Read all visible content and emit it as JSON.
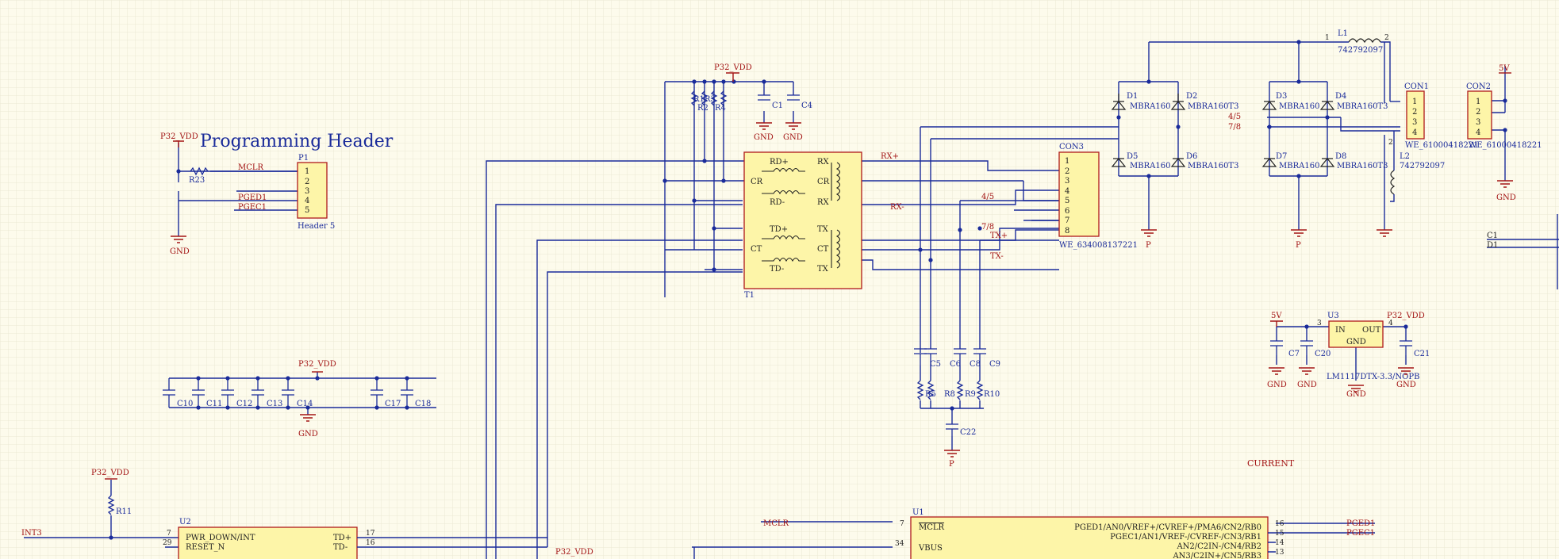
{
  "sheet": {
    "title": "Programming Header",
    "current_label": "CURRENT",
    "colors": {
      "background": "#fdfbec",
      "grid": "#ece8d4",
      "wire": "#1a2b9a",
      "component_body": "#fdf5a8",
      "component_border": "#b01a1a",
      "net_label": "#a31515",
      "designator": "#1a2b9a"
    }
  },
  "net_labels": {
    "p32_vdd": "P32_VDD",
    "gnd": "GND",
    "v5": "5V",
    "p": "P",
    "mclr": "MCLR",
    "pged1": "PGED1",
    "pgec1": "PGEC1",
    "int3": "INT3",
    "rx_plus": "RX+",
    "rx_minus": "RX-",
    "tx_plus": "TX+",
    "tx_minus": "TX-",
    "n45": "4/5",
    "n78": "7/8",
    "c1": "C1",
    "d1": "D1"
  },
  "components": {
    "p1": {
      "ref": "P1",
      "value": "Header 5",
      "pins": [
        "1",
        "2",
        "3",
        "4",
        "5"
      ]
    },
    "r23": {
      "ref": "R23"
    },
    "con3": {
      "ref": "CON3",
      "value": "WE_634008137221",
      "pins": [
        "1",
        "2",
        "3",
        "4",
        "5",
        "6",
        "7",
        "8"
      ]
    },
    "t1": {
      "ref": "T1",
      "pins": [
        "RD+",
        "CR",
        "RD-",
        "TD+",
        "CT",
        "TD-",
        "RX",
        "CR",
        "RX",
        "TX",
        "CT",
        "TX"
      ]
    },
    "r1": "R1",
    "r2": "R2",
    "r3": "R3",
    "r4": "R4",
    "c1": "C1",
    "c4": "C4",
    "l1": {
      "ref": "L1",
      "value": "742792097",
      "pin1": "1",
      "pin2": "2"
    },
    "l2": {
      "ref": "L2",
      "value": "742792097",
      "pin": "2"
    },
    "d1": "D1",
    "d2": "D2",
    "d3": "D3",
    "d4": "D4",
    "d5": "D5",
    "d6": "D6",
    "d7": "D7",
    "d8": "D8",
    "diode_value": "MBRA160T3",
    "diode_value_cut": "MBRA160",
    "con1": {
      "ref": "CON1",
      "value": "WE_61000418221",
      "pins": [
        "1",
        "2",
        "3",
        "4"
      ]
    },
    "con2": {
      "ref": "CON2",
      "value": "WE_61000418221",
      "pins": [
        "1",
        "2",
        "3",
        "4"
      ]
    },
    "c5": "C5",
    "c6": "C6",
    "c8": "C8",
    "c9": "C9",
    "r5": "R5",
    "r8": "R8",
    "r9": "R9",
    "r10": "R10",
    "c22": "C22",
    "decoupling": [
      "C10",
      "C11",
      "C12",
      "C13",
      "C14",
      "C17",
      "C18"
    ],
    "u3": {
      "ref": "U3",
      "value": "LM1117DTX-3.3/NOPB",
      "in": "IN",
      "out": "OUT",
      "gnd": "GND",
      "pin_in": "3",
      "pin_out": "4"
    },
    "c7": "C7",
    "c20": "C20",
    "c21": "C21",
    "r11": "R11",
    "u2": {
      "ref": "U2",
      "pin_int": "PWR_DOWN/INT",
      "pin_reset": "RESET_N",
      "pin_tdp": "TD+",
      "pin_tdm": "TD-",
      "num_int": "7",
      "num_reset": "29",
      "num_tdp": "17",
      "num_tdm": "16"
    },
    "u1": {
      "ref": "U1",
      "pin_mclr": "MCLR",
      "pin_vbus": "VBUS",
      "num_mclr": "7",
      "num_vbus": "34",
      "rb0": "PGED1/AN0/VREF+/CVREF+/PMA6/CN2/RB0",
      "rb1": "PGEC1/AN1/VREF-/CVREF-/CN3/RB1",
      "rb2": "AN2/C2IN-/CN4/RB2",
      "rb3": "AN3/C2IN+/CN5/RB3",
      "num_rb0": "16",
      "num_rb1": "15",
      "num_rb2": "14",
      "num_rb3": "13"
    }
  }
}
